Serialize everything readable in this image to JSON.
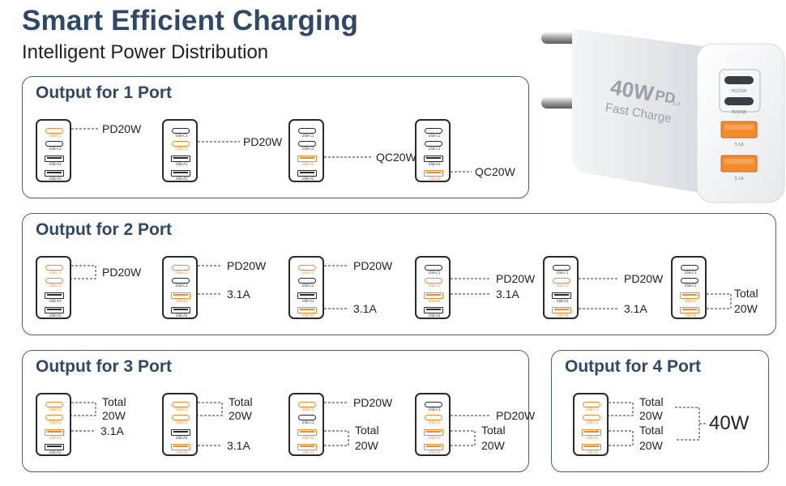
{
  "header": {
    "title": "Smart Efficient Charging",
    "subtitle": "Intelligent Power Distribution"
  },
  "ports": {
    "c1": "USB-C1",
    "c2": "USB-C2",
    "a1": "USB-A1",
    "a2": "USB-A2"
  },
  "charger": {
    "wattage": "40W",
    "pd": "PD",
    "pd_version": "3.0",
    "fast_charge": "Fast Charge",
    "port_c1": "PD20W",
    "port_c2": "PD20W",
    "port_a1": "3.1A",
    "port_a2": "3.1A"
  },
  "panels": {
    "p1": {
      "title": "Output for 1 Port",
      "diagrams": [
        {
          "active": [
            1,
            0,
            0,
            0
          ],
          "labels": [
            "PD20W"
          ]
        },
        {
          "active": [
            0,
            1,
            0,
            0
          ],
          "labels": [
            "PD20W"
          ]
        },
        {
          "active": [
            0,
            0,
            1,
            0
          ],
          "labels": [
            "QC20W"
          ]
        },
        {
          "active": [
            0,
            0,
            0,
            1
          ],
          "labels": [
            "QC20W"
          ]
        }
      ]
    },
    "p2": {
      "title": "Output for 2 Port",
      "diagrams": [
        {
          "active": [
            1,
            1,
            0,
            0
          ],
          "labels": [
            "PD20W"
          ]
        },
        {
          "active": [
            1,
            0,
            1,
            0
          ],
          "labels": [
            "PD20W",
            "3.1A"
          ]
        },
        {
          "active": [
            1,
            0,
            0,
            1
          ],
          "labels": [
            "PD20W",
            "3.1A"
          ]
        },
        {
          "active": [
            0,
            1,
            1,
            0
          ],
          "labels": [
            "PD20W",
            "3.1A"
          ]
        },
        {
          "active": [
            0,
            1,
            0,
            1
          ],
          "labels": [
            "PD20W",
            "3.1A"
          ]
        },
        {
          "active": [
            0,
            0,
            1,
            1
          ],
          "labels": [
            "Total",
            "20W"
          ]
        }
      ]
    },
    "p3": {
      "title": "Output for 3 Port",
      "diagrams": [
        {
          "active": [
            1,
            1,
            1,
            0
          ],
          "labels": [
            "Total",
            "20W",
            "3.1A"
          ]
        },
        {
          "active": [
            1,
            1,
            0,
            1
          ],
          "labels": [
            "Total",
            "20W",
            "3.1A"
          ]
        },
        {
          "active": [
            1,
            0,
            1,
            1
          ],
          "labels": [
            "PD20W",
            "Total",
            "20W"
          ]
        },
        {
          "active": [
            0,
            1,
            1,
            1
          ],
          "labels": [
            "PD20W",
            "Total",
            "20W"
          ]
        }
      ]
    },
    "p4": {
      "title": "Output for 4 Port",
      "diagrams": [
        {
          "active": [
            1,
            1,
            1,
            1
          ],
          "labels": [
            "Total",
            "20W",
            "Total",
            "20W",
            "40W"
          ]
        }
      ]
    }
  }
}
